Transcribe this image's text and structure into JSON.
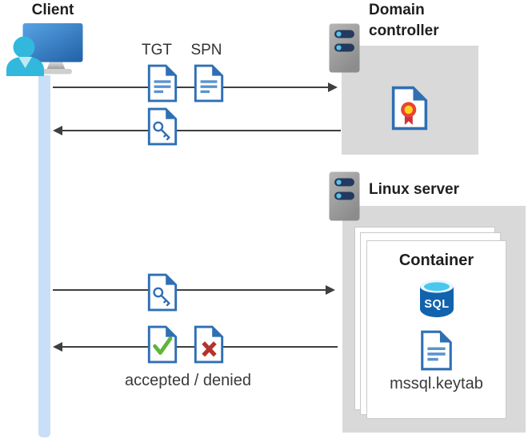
{
  "colors": {
    "doc_blue": "#2f6fb4",
    "doc_line_blue": "#5b93ce",
    "person_cyan": "#31b8dc",
    "check_green": "#5fb53b",
    "deny_red": "#b5332c",
    "box_gray": "#d9d9d9",
    "server_navy": "#24395e",
    "sql_blue": "#1263ad",
    "lifeline_blue": "#c9def7",
    "arrow_gray": "#3f3f3f"
  },
  "nodes": {
    "client": {
      "label": "Client"
    },
    "domain_controller": {
      "label": "Domain controller"
    },
    "linux_server": {
      "label": "Linux server"
    },
    "container": {
      "label": "Container",
      "database_label": "SQL",
      "keytab_file": "mssql.keytab"
    }
  },
  "messages": {
    "tgt": "TGT",
    "spn": "SPN",
    "status": "accepted / denied"
  }
}
